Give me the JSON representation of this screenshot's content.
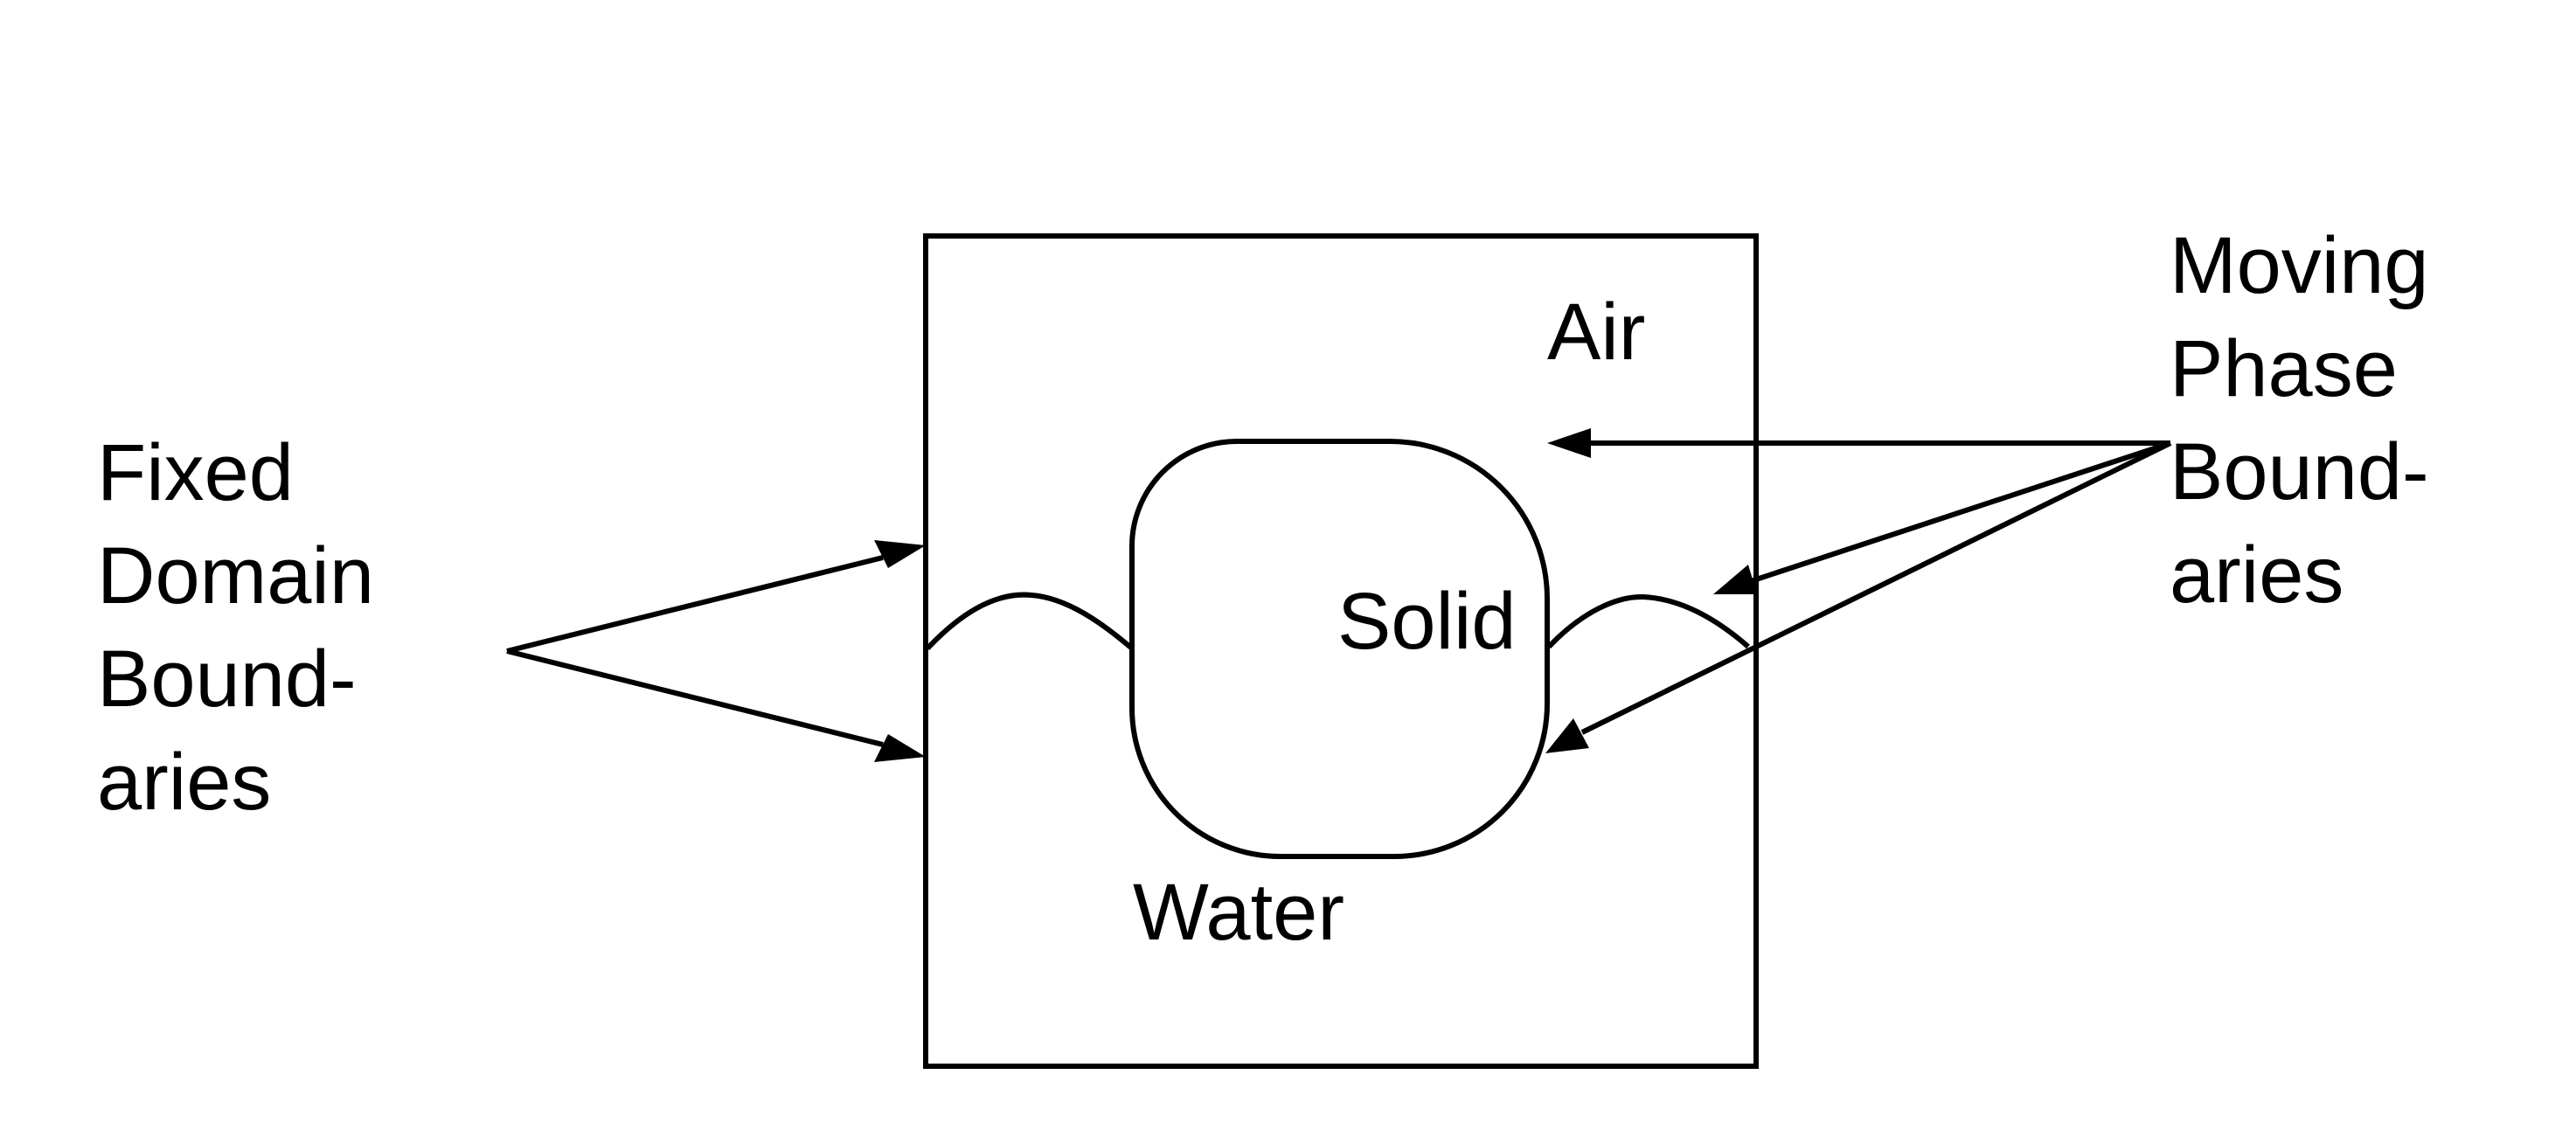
{
  "labels": {
    "air": "Air",
    "solid": "Solid",
    "water": "Water",
    "fixed": [
      "Fixed",
      "Domain",
      "Bound-",
      "aries"
    ],
    "moving": [
      "Moving",
      "Phase",
      "Bound-",
      "aries"
    ]
  },
  "colors": {
    "ink": "#000000",
    "background": "#ffffff"
  }
}
